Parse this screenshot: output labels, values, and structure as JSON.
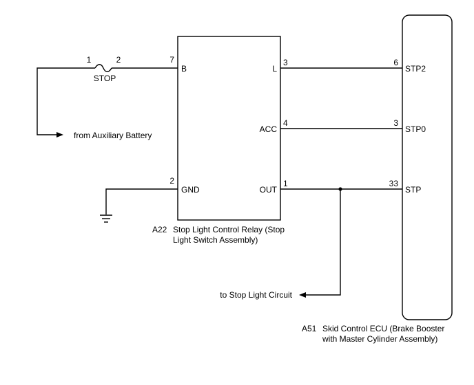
{
  "fuse": {
    "label": "STOP",
    "pin_in": "1",
    "pin_out": "2"
  },
  "relay": {
    "code": "A22",
    "name_line1": "Stop Light Control Relay (Stop",
    "name_line2": "Light Switch Assembly)",
    "pins": [
      {
        "num": "7",
        "name": "B"
      },
      {
        "num": "3",
        "name": "L"
      },
      {
        "num": "4",
        "name": "ACC"
      },
      {
        "num": "2",
        "name": "GND"
      },
      {
        "num": "1",
        "name": "OUT"
      }
    ]
  },
  "ecu": {
    "code": "A51",
    "name_line1": "Skid Control ECU (Brake Booster",
    "name_line2": "with Master Cylinder Assembly)",
    "pins": [
      {
        "num": "6",
        "name": "STP2"
      },
      {
        "num": "3",
        "name": "STP0"
      },
      {
        "num": "33",
        "name": "STP"
      }
    ]
  },
  "arrows": {
    "battery": "from Auxiliary Battery",
    "stop_light": "to Stop Light Circuit"
  }
}
